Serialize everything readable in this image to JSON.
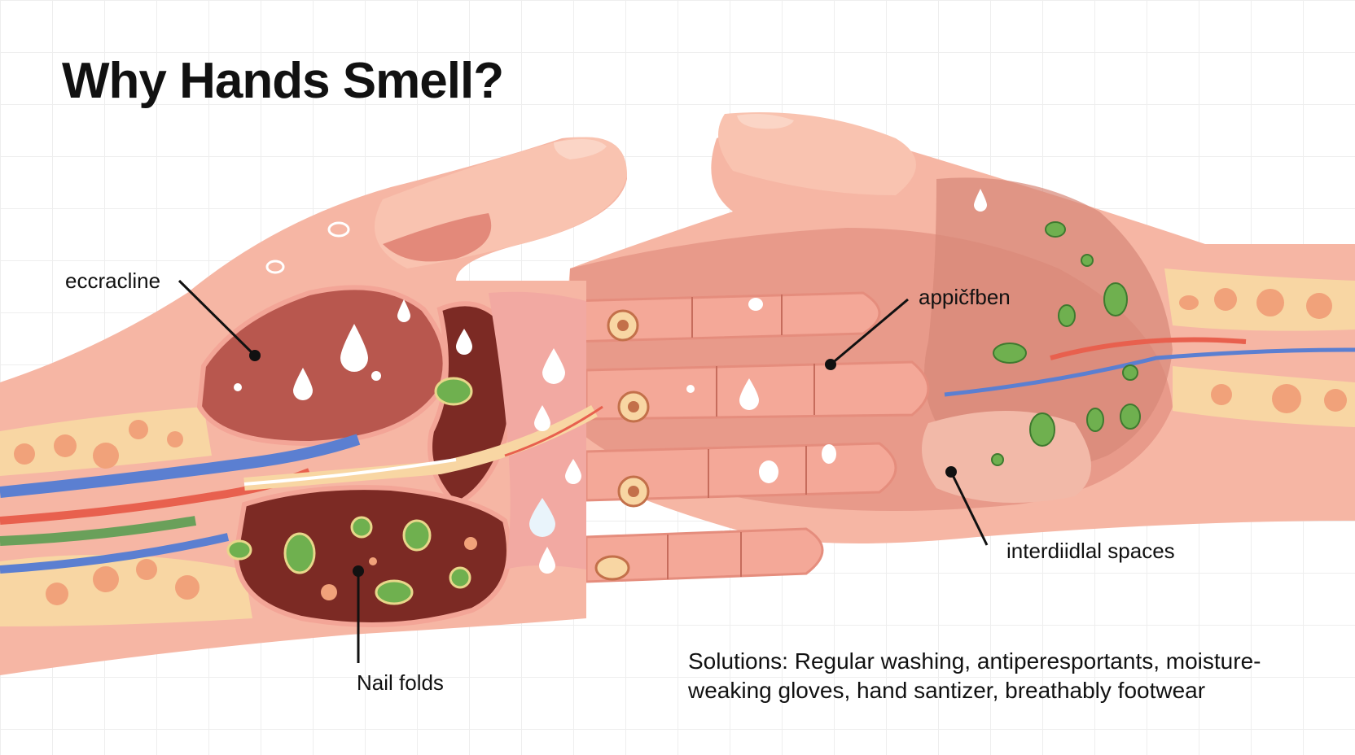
{
  "title": "Why Hands Smell?",
  "labels": {
    "eccrine": "eccracline",
    "apocrine": "appičfben",
    "interdigital": "interdiidlal spaces",
    "nail_folds": "Nail folds"
  },
  "solutions": "Solutions: Regular washing, antiperesportants, moisture-weaking gloves, hand santizer, breathably footwear",
  "colors": {
    "skin": "#f6b6a4",
    "skin_light": "#f9c9b8",
    "tissue_dark": "#7c2a24",
    "tissue_mid": "#b8574e",
    "fat": "#f8d6a3",
    "fat_blob": "#f1a27a",
    "vein": "#5b7fd1",
    "artery": "#e8604e",
    "nerve": "#6aa05a",
    "bacteria": "#6fb04f",
    "droplet": "#ffffff"
  },
  "icons": [
    "sweat-droplet-icon",
    "bacteria-icon",
    "sweat-gland-icon"
  ]
}
